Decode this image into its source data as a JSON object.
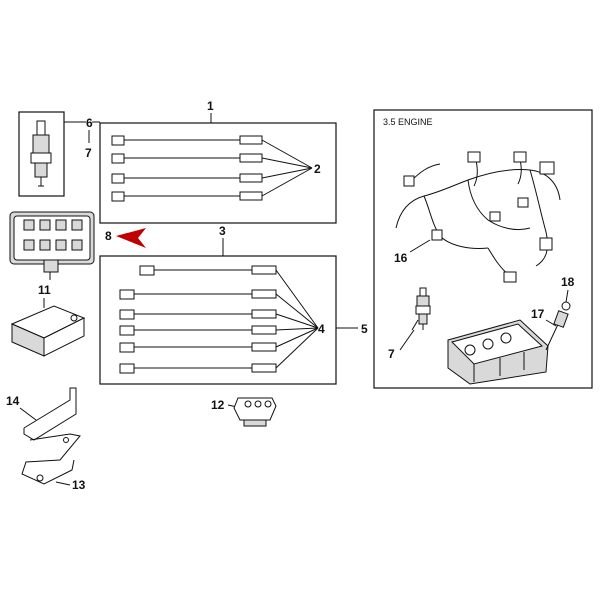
{
  "diagram": {
    "engine_box_title": "3.5 ENGINE",
    "callouts": {
      "c1": "1",
      "c2": "2",
      "c3": "3",
      "c4": "4",
      "c5": "5",
      "c6": "6",
      "c7a": "7",
      "c7b": "7",
      "c8": "8",
      "c11": "11",
      "c12": "12",
      "c13": "13",
      "c14": "14",
      "c16": "16",
      "c17": "17",
      "c18": "18"
    },
    "colors": {
      "line": "#111111",
      "pointer_arrow": "#c00000",
      "shade": "#d9d9d9"
    }
  }
}
